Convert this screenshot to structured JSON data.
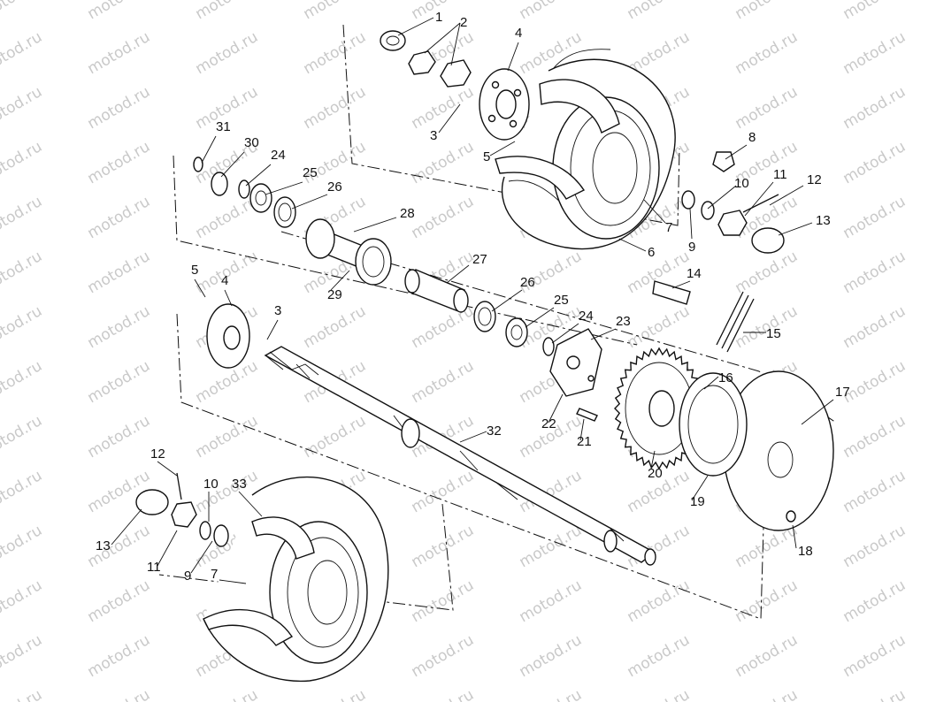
{
  "watermark": "motod.ru",
  "callouts": {
    "c1": "1",
    "c2": "2",
    "c3a": "3",
    "c4a": "4",
    "c5a": "5",
    "c6": "6",
    "c7a": "7",
    "c8": "8",
    "c9a": "9",
    "c10a": "10",
    "c11a": "11",
    "c12a": "12",
    "c13a": "13",
    "c14": "14",
    "c15": "15",
    "c16": "16",
    "c17": "17",
    "c18": "18",
    "c19": "19",
    "c20": "20",
    "c21": "21",
    "c22": "22",
    "c23": "23",
    "c24a": "24",
    "c25a": "25",
    "c26a": "26",
    "c27": "27",
    "c28": "28",
    "c29": "29",
    "c30": "30",
    "c31": "31",
    "c32": "32",
    "c33": "33",
    "c5b": "5",
    "c4b": "4",
    "c3b": "3",
    "c26b": "26",
    "c25b": "25",
    "c24b": "24",
    "c12b": "12",
    "c10b": "10",
    "c13b": "13",
    "c11b": "11",
    "c9b": "9",
    "c7b": "7"
  }
}
